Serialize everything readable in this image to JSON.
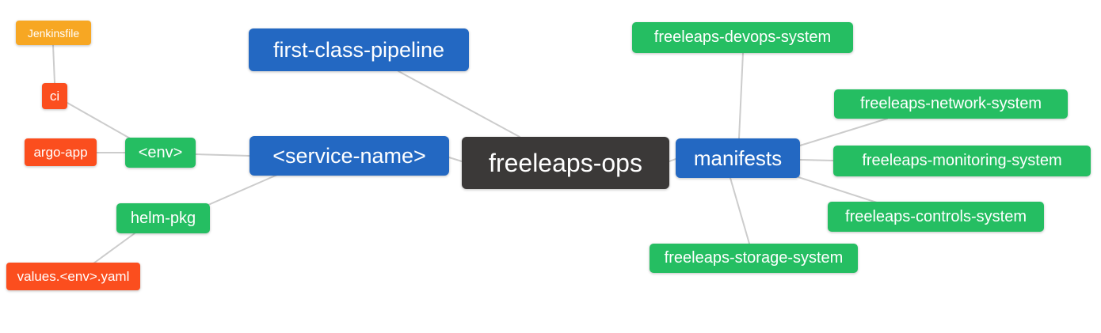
{
  "app": {
    "type": "mindmap-diagram",
    "background": "#ffffff"
  },
  "colors": {
    "canvas": "#ffffff",
    "root": "#3b3938",
    "primary": "#2368c2",
    "secondary": "#25be62",
    "alert": "#fb4e1e",
    "warning": "#f7a723",
    "edge": "#cccccc",
    "text": "#ffffff"
  },
  "nodes": {
    "root": {
      "label": "freeleaps-ops",
      "level": "root"
    },
    "first_class_pipeline": {
      "label": "first-class-pipeline",
      "level": "branch"
    },
    "service_name": {
      "label": "<service-name>",
      "level": "branch"
    },
    "manifests": {
      "label": "manifests",
      "level": "branch"
    },
    "env": {
      "label": "<env>",
      "level": "sub-branch"
    },
    "helm_pkg": {
      "label": "helm-pkg",
      "level": "sub-branch"
    },
    "ci": {
      "label": "ci",
      "level": "leaf"
    },
    "jenkinsfile": {
      "label": "Jenkinsfile",
      "level": "leaf"
    },
    "argo_app": {
      "label": "argo-app",
      "level": "leaf"
    },
    "values_env_yaml": {
      "label": "values.<env>.yaml",
      "level": "leaf"
    },
    "devops_system": {
      "label": "freeleaps-devops-system",
      "level": "sub-branch"
    },
    "network_system": {
      "label": "freeleaps-network-system",
      "level": "sub-branch"
    },
    "monitoring_system": {
      "label": "freeleaps-monitoring-system",
      "level": "sub-branch"
    },
    "controls_system": {
      "label": "freeleaps-controls-system",
      "level": "sub-branch"
    },
    "storage_system": {
      "label": "freeleaps-storage-system",
      "level": "sub-branch"
    }
  },
  "edges": [
    {
      "from": "jenkinsfile",
      "to": "ci"
    },
    {
      "from": "ci",
      "to": "env"
    },
    {
      "from": "argo_app",
      "to": "env"
    },
    {
      "from": "env",
      "to": "service_name"
    },
    {
      "from": "helm_pkg",
      "to": "service_name"
    },
    {
      "from": "helm_pkg",
      "to": "values_env_yaml"
    },
    {
      "from": "first_class_pipeline",
      "to": "root"
    },
    {
      "from": "service_name",
      "to": "root"
    },
    {
      "from": "root",
      "to": "manifests"
    },
    {
      "from": "manifests",
      "to": "devops_system"
    },
    {
      "from": "manifests",
      "to": "network_system"
    },
    {
      "from": "manifests",
      "to": "monitoring_system"
    },
    {
      "from": "manifests",
      "to": "controls_system"
    },
    {
      "from": "manifests",
      "to": "storage_system"
    }
  ]
}
